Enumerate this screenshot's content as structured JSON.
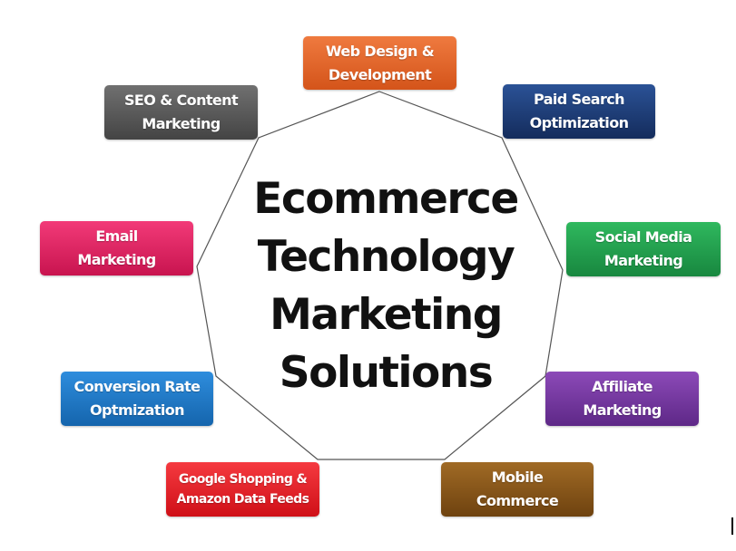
{
  "diagram": {
    "title_lines": [
      "Ecommerce",
      "Technology",
      "Marketing",
      "Solutions"
    ],
    "outline_color": "#555555",
    "nodes": [
      {
        "id": "web-design",
        "lines": [
          "Web Design &",
          "Development"
        ],
        "color": "#e8692c",
        "color_dark": "#d4541a"
      },
      {
        "id": "paid-search",
        "lines": [
          "Paid Search",
          "Optimization"
        ],
        "color": "#1d3f7c",
        "color_dark": "#142c5c"
      },
      {
        "id": "social-media",
        "lines": [
          "Social Media",
          "Marketing"
        ],
        "color": "#23a350",
        "color_dark": "#18873f"
      },
      {
        "id": "affiliate",
        "lines": [
          "Affiliate",
          "Marketing"
        ],
        "color": "#7b3aa6",
        "color_dark": "#5e2887"
      },
      {
        "id": "mobile-commerce",
        "lines": [
          "Mobile",
          "Commerce"
        ],
        "color": "#8d5a1a",
        "color_dark": "#6e420f"
      },
      {
        "id": "google-shopping",
        "lines": [
          "Google Shopping &",
          "Amazon Data Feeds"
        ],
        "color": "#ee1c25",
        "color_dark": "#cf0f17"
      },
      {
        "id": "conversion-rate",
        "lines": [
          "Conversion Rate",
          "Optmization"
        ],
        "color": "#1f7ccc",
        "color_dark": "#1565ad"
      },
      {
        "id": "email-marketing",
        "lines": [
          "Email",
          "Marketing"
        ],
        "color": "#e91e63",
        "color_dark": "#c8144f"
      },
      {
        "id": "seo-content",
        "lines": [
          "SEO & Content",
          "Marketing"
        ],
        "color": "#5d5d5d",
        "color_dark": "#444444"
      }
    ]
  }
}
